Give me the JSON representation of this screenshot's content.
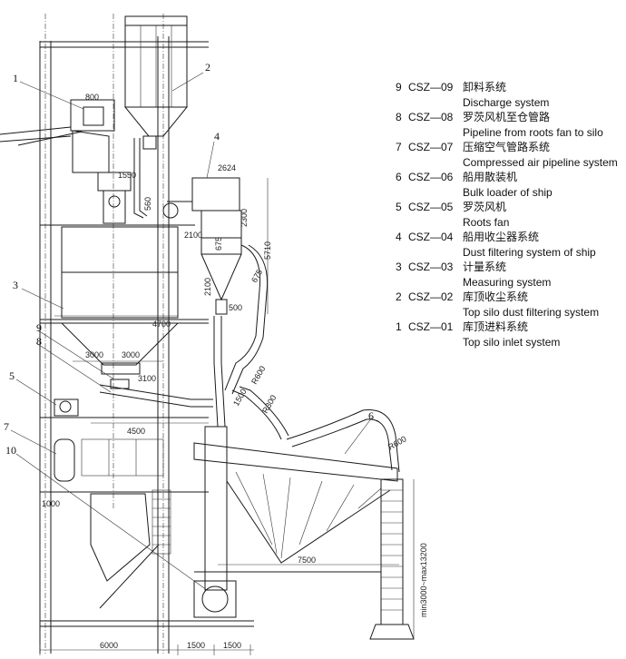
{
  "legend": [
    {
      "num": "9",
      "code": "CSZ—09",
      "cn": "卸料系统",
      "en": "Discharge system"
    },
    {
      "num": "8",
      "code": "CSZ—08",
      "cn": "罗茨风机至仓管路",
      "en": "Pipeline from roots fan to silo"
    },
    {
      "num": "7",
      "code": "CSZ—07",
      "cn": "压缩空气管路系统",
      "en": "Compressed air pipeline system"
    },
    {
      "num": "6",
      "code": "CSZ—06",
      "cn": "船用散装机",
      "en": "Bulk loader of ship"
    },
    {
      "num": "5",
      "code": "CSZ—05",
      "cn": "罗茨风机",
      "en": "Roots fan"
    },
    {
      "num": "4",
      "code": "CSZ—04",
      "cn": "船用收尘器系统",
      "en": "Dust filtering system of ship"
    },
    {
      "num": "3",
      "code": "CSZ—03",
      "cn": "计量系统",
      "en": "Measuring system"
    },
    {
      "num": "2",
      "code": "CSZ—02",
      "cn": "库顶收尘系统",
      "en": "Top silo dust filtering system"
    },
    {
      "num": "1",
      "code": "CSZ—01",
      "cn": "库顶进料系统",
      "en": "Top silo inlet system"
    }
  ],
  "callouts": [
    "1",
    "2",
    "3",
    "4",
    "5",
    "6",
    "7",
    "8",
    "9",
    "10"
  ],
  "dimensions": {
    "d800": "800",
    "d1550": "1550",
    "d560": "560",
    "d2624": "2624",
    "d2100": "2100",
    "d2300": "2300",
    "d5710": "5710",
    "d675": "675",
    "d4700": "4700",
    "d3000a": "3000",
    "d3000b": "3000",
    "d3100": "3100",
    "d4500": "4500",
    "d1000": "1000",
    "d7500": "7500",
    "d6000": "6000",
    "d1500a": "1500",
    "d1500b": "1500",
    "dmin": "min3000~max13200",
    "dR600a": "R600",
    "dR600b": "R600",
    "dR300": "R300",
    "d1500v": "1500",
    "d2100v": "2100",
    "d675b": "675",
    "d500": "500"
  }
}
